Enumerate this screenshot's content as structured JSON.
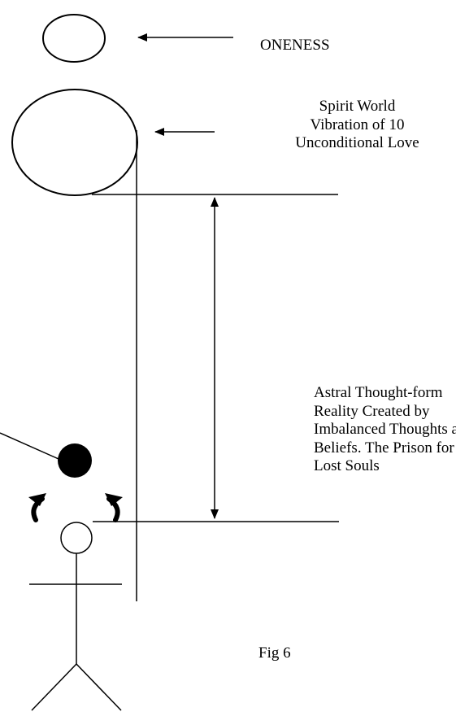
{
  "labels": {
    "oneness": "ONENESS",
    "spirit_world": [
      "Spirit World",
      "Vibration of 10",
      "Unconditional Love"
    ],
    "astral": [
      "Astral Thought-form",
      "Reality Created by",
      "Imbalanced Thoughts an",
      "Beliefs. The Prison for",
      "Lost Souls"
    ],
    "figure_caption": "Fig 6"
  },
  "colors": {
    "stroke": "#000000",
    "fill_dark": "#000000",
    "background": "#ffffff"
  }
}
